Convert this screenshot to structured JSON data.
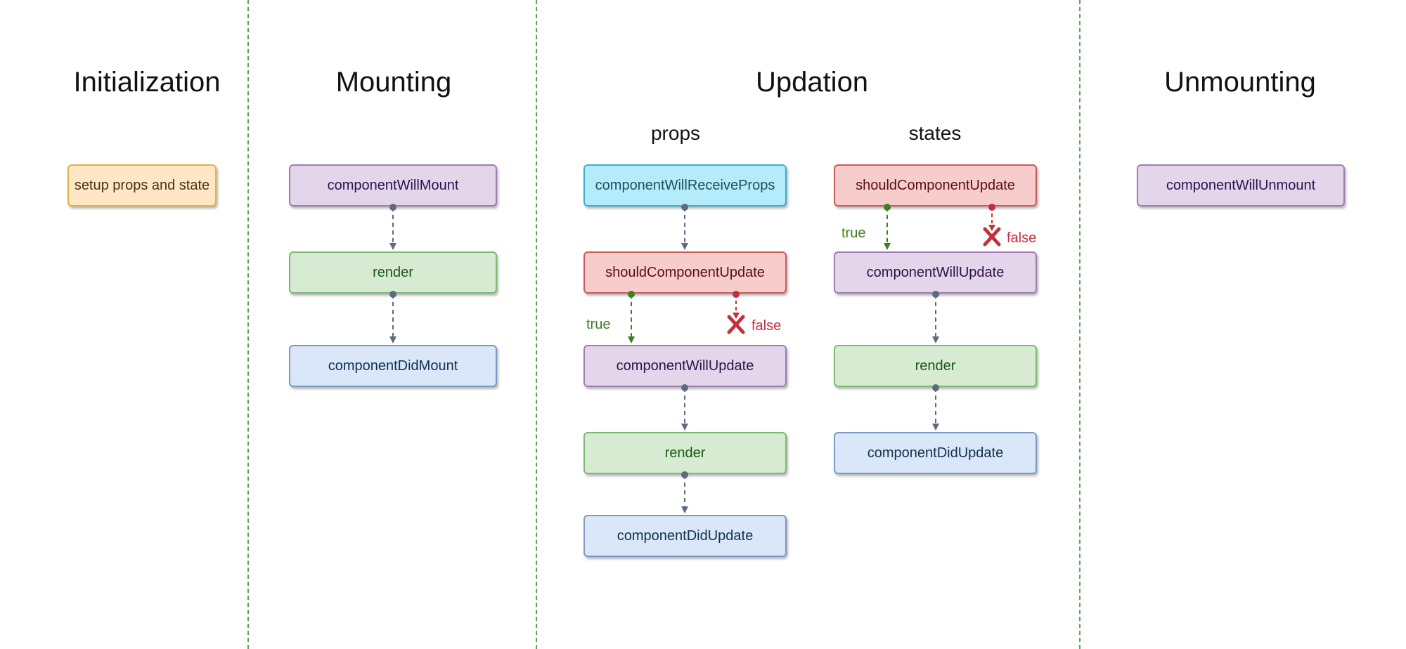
{
  "phases": {
    "initialization": "Initialization",
    "mounting": "Mounting",
    "updation": "Updation",
    "unmounting": "Unmounting"
  },
  "updation_groups": {
    "props": "props",
    "states": "states"
  },
  "initialization_nodes": {
    "setup": "setup props and state"
  },
  "mounting_nodes": {
    "will_mount": "componentWillMount",
    "render": "render",
    "did_mount": "componentDidMount"
  },
  "props_nodes": {
    "will_receive_props": "componentWillReceiveProps",
    "should_update": "shouldComponentUpdate",
    "will_update": "componentWillUpdate",
    "render": "render",
    "did_update": "componentDidUpdate"
  },
  "states_nodes": {
    "should_update": "shouldComponentUpdate",
    "will_update": "componentWillUpdate",
    "render": "render",
    "did_update": "componentDidUpdate"
  },
  "unmounting_nodes": {
    "will_unmount": "componentWillUnmount"
  },
  "branch_labels": {
    "true": "true",
    "false": "false"
  },
  "colors": {
    "divider": "#5fa35b",
    "connector": "#5d6a80",
    "true_branch": "#3f7f22",
    "false_branch": "#c32f3b"
  }
}
